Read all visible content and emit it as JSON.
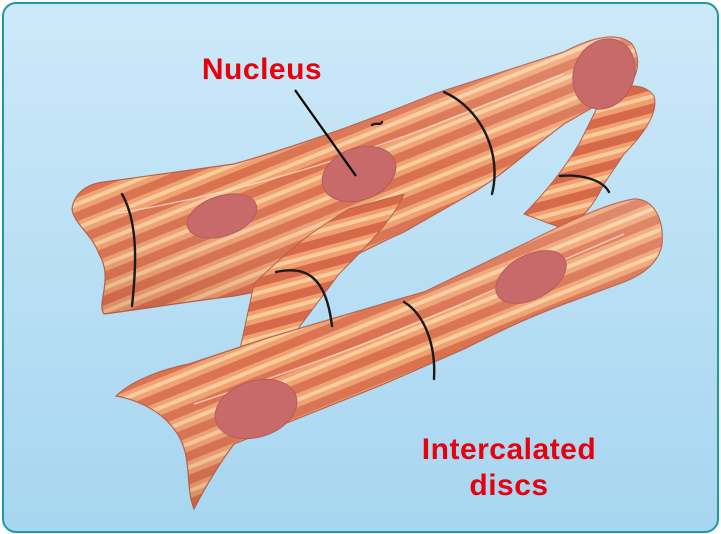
{
  "labels": {
    "nucleus": "Nucleus",
    "intercalated_discs_line1": "Intercalated",
    "intercalated_discs_line2": "discs"
  },
  "colors": {
    "background": "#b7def4",
    "border": "#1c9aa0",
    "fiber_base": "#f0a070",
    "stripe_dark": "#d8684a",
    "stripe_light": "#f8c89a",
    "nucleus": "#c96a6a",
    "label_text": "#e8000c",
    "disc_line": "#1a1a1a"
  }
}
